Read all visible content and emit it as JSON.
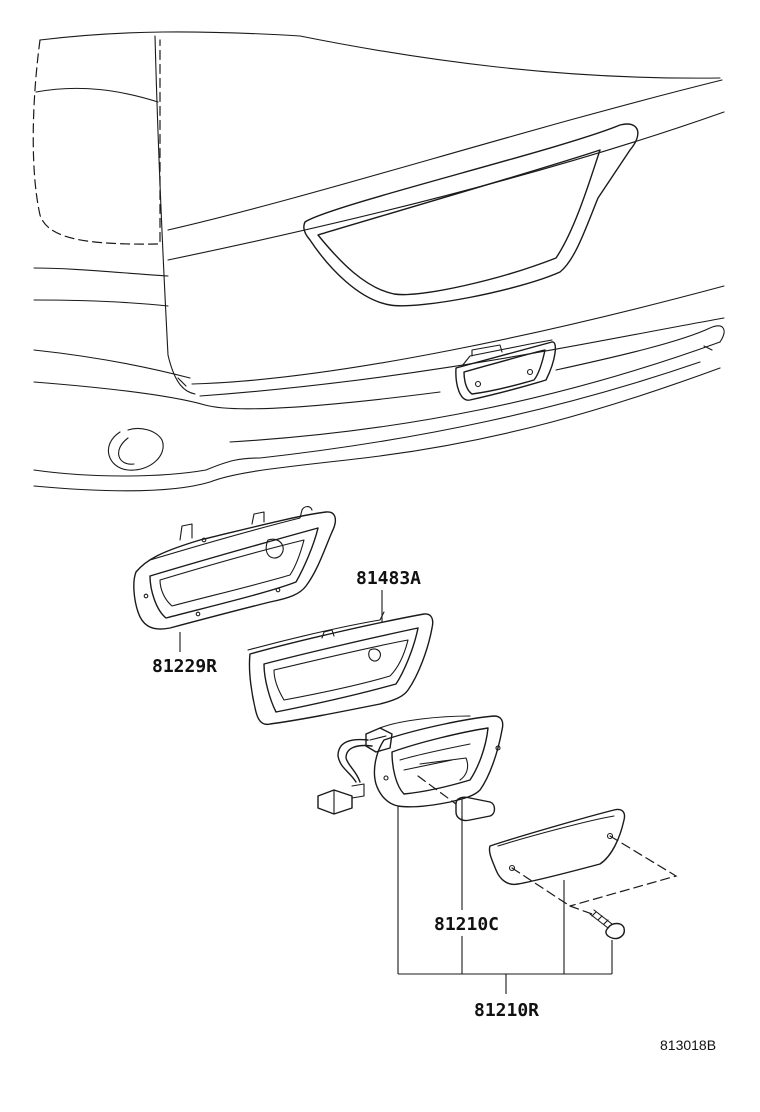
{
  "labels": {
    "part_81483A": "81483A",
    "part_81229R": "81229R",
    "part_81210C": "81210C",
    "part_81210R": "81210R",
    "diagram_ref": "813018B"
  }
}
